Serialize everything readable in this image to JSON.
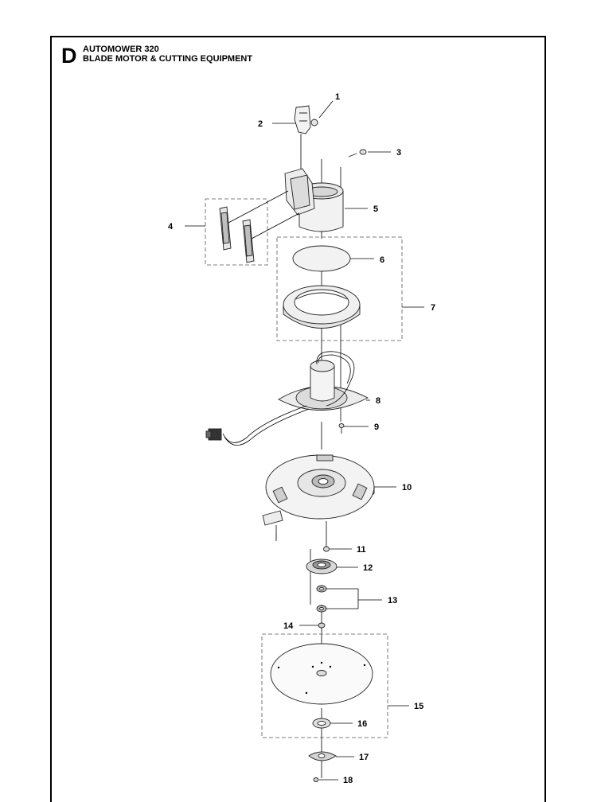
{
  "header": {
    "section_letter": "D",
    "model": "AUTOMOWER 320",
    "subtitle": "BLADE MOTOR & CUTTING EQUIPMENT"
  },
  "callouts": [
    "1",
    "2",
    "3",
    "4",
    "5",
    "6",
    "7",
    "8",
    "9",
    "10",
    "11",
    "12",
    "13",
    "14",
    "15",
    "16",
    "17",
    "18"
  ],
  "colors": {
    "line": "#000000",
    "part_fill": "#f2f2f2",
    "part_shade": "#cfcfcf",
    "dashed_box": "#555555"
  }
}
